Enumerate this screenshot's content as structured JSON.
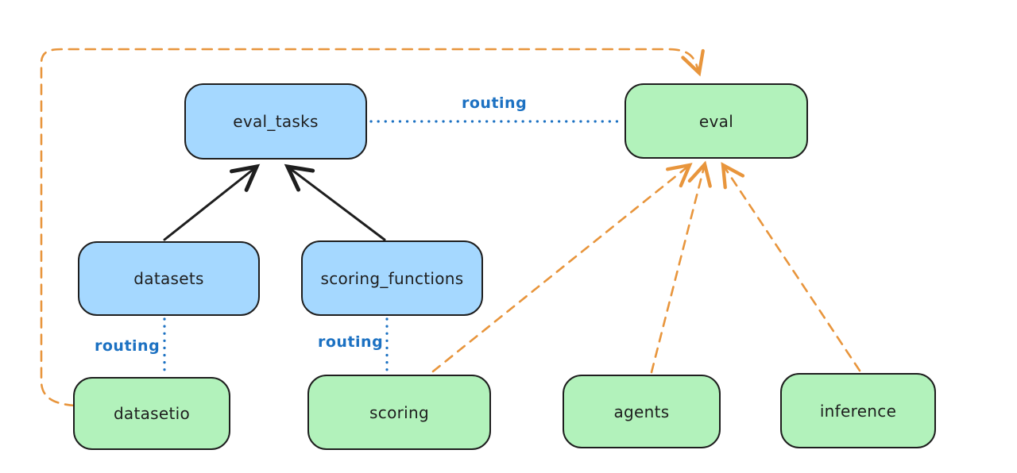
{
  "diagram": {
    "background_color": "#ffffff",
    "colors": {
      "blue_node_fill": "#a5d8ff",
      "green_node_fill": "#b2f2bb",
      "node_stroke": "#1e1e1e",
      "solid_arrow": "#1e1e1e",
      "routing_dotted": "#1c71c2",
      "dashed_arrow_orange": "#e8953c"
    },
    "nodes": [
      {
        "id": "eval_tasks",
        "label": "eval_tasks",
        "color": "blue"
      },
      {
        "id": "eval",
        "label": "eval",
        "color": "green"
      },
      {
        "id": "datasets",
        "label": "datasets",
        "color": "blue"
      },
      {
        "id": "scoring_functions",
        "label": "scoring_functions",
        "color": "blue"
      },
      {
        "id": "datasetio",
        "label": "datasetio",
        "color": "green"
      },
      {
        "id": "scoring",
        "label": "scoring",
        "color": "green"
      },
      {
        "id": "agents",
        "label": "agents",
        "color": "green"
      },
      {
        "id": "inference",
        "label": "inference",
        "color": "green"
      }
    ],
    "edge_labels": [
      {
        "id": "routing-eval_tasks-eval",
        "text": "routing"
      },
      {
        "id": "routing-datasets-datasetio",
        "text": "routing"
      },
      {
        "id": "routing-scoring_functions-scoring",
        "text": "routing"
      }
    ],
    "edges": [
      {
        "from": "datasets",
        "to": "eval_tasks",
        "style": "solid",
        "arrow": true,
        "color": "black"
      },
      {
        "from": "scoring_functions",
        "to": "eval_tasks",
        "style": "solid",
        "arrow": true,
        "color": "black"
      },
      {
        "from": "eval_tasks",
        "to": "eval",
        "style": "dotted",
        "arrow": false,
        "color": "blue",
        "label": "routing"
      },
      {
        "from": "datasets",
        "to": "datasetio",
        "style": "dotted",
        "arrow": false,
        "color": "blue",
        "label": "routing"
      },
      {
        "from": "scoring_functions",
        "to": "scoring",
        "style": "dotted",
        "arrow": false,
        "color": "blue",
        "label": "routing"
      },
      {
        "from": "datasetio",
        "to": "eval",
        "style": "dashed",
        "arrow": true,
        "color": "orange"
      },
      {
        "from": "scoring",
        "to": "eval",
        "style": "dashed",
        "arrow": true,
        "color": "orange"
      },
      {
        "from": "agents",
        "to": "eval",
        "style": "dashed",
        "arrow": true,
        "color": "orange"
      },
      {
        "from": "inference",
        "to": "eval",
        "style": "dashed",
        "arrow": true,
        "color": "orange"
      }
    ]
  }
}
